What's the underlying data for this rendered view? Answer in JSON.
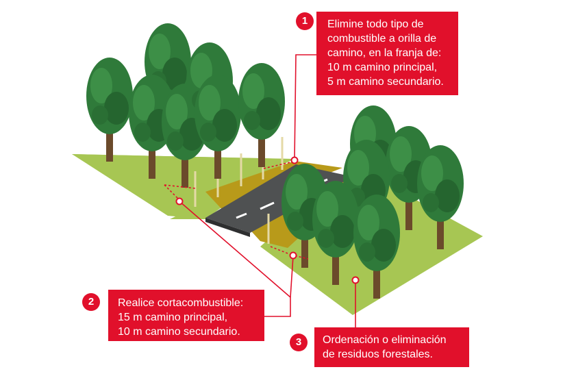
{
  "colors": {
    "accent": "#e1102b",
    "grass": "#a7c653",
    "grass_dark": "#7e9e36",
    "fuel_strip": "#b89a1a",
    "road": "#4f5152",
    "road_edge": "#2e2f30",
    "lane_mark": "#ffffff",
    "foliage": "#2f7a3a",
    "trunk": "#6b4a2b"
  },
  "callouts": [
    {
      "number": "1",
      "text": "Elimine todo tipo de\ncombustible a orilla de\ncamino, en la franja de:\n10 m camino principal,\n5 m camino secundario."
    },
    {
      "number": "2",
      "text": "Realice cortacombustible:\n15 m camino principal,\n10 m camino secundario."
    },
    {
      "number": "3",
      "text": "Ordenación o eliminación\nde residuos forestales."
    }
  ]
}
